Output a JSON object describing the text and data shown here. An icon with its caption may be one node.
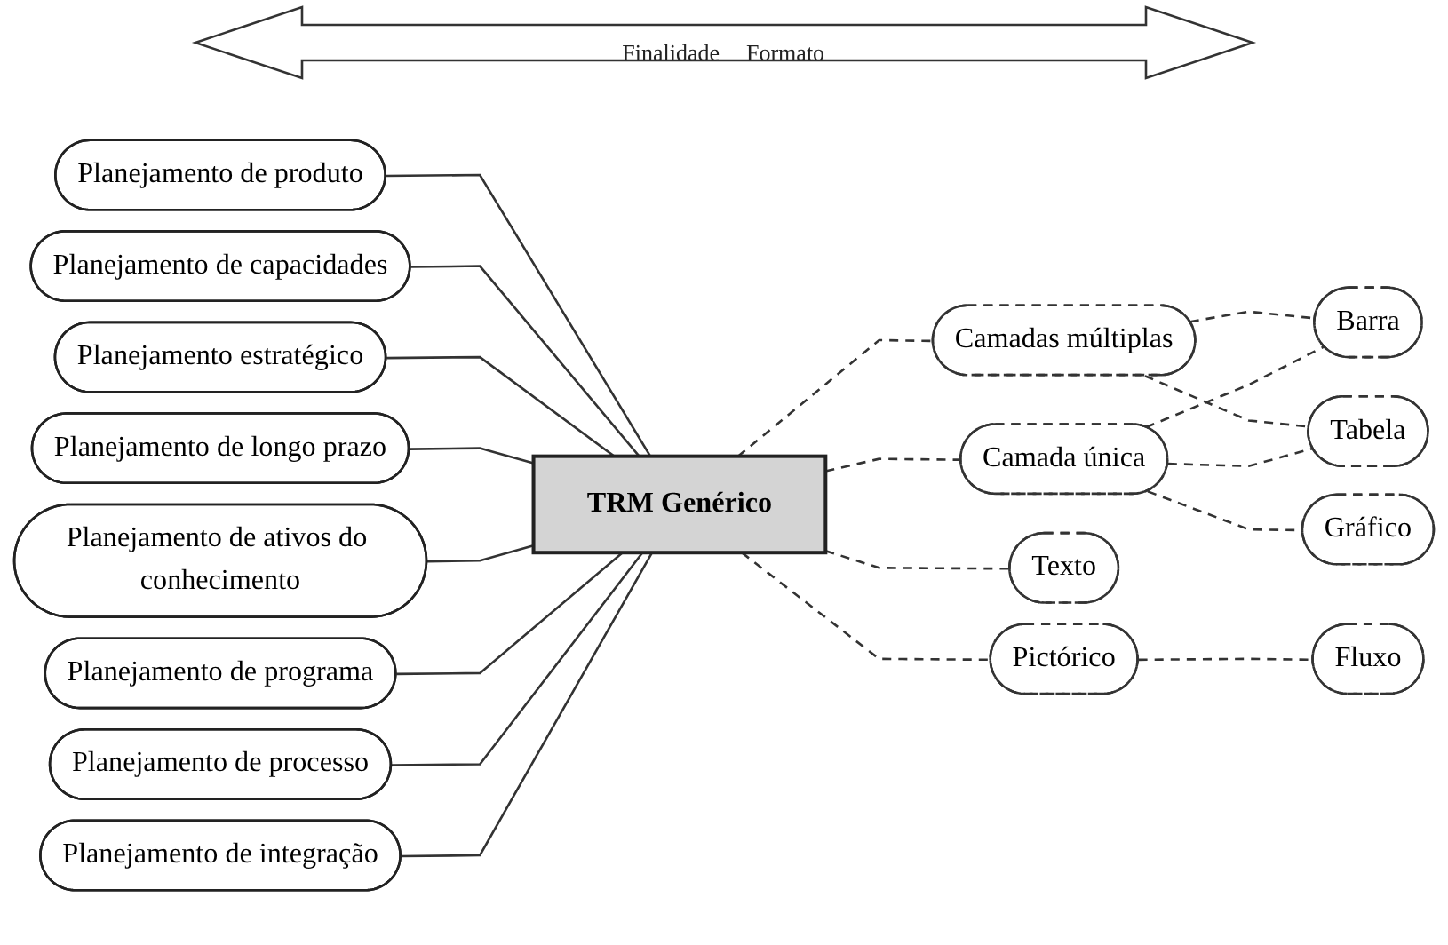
{
  "diagram": {
    "nodes": [
      {
        "text": [
          "TRM Genérico"
        ]
      },
      {
        "text": [
          "Planejamento de produto"
        ]
      },
      {
        "text": [
          "Planejamento de capacidades"
        ]
      },
      {
        "text": [
          "Planejamento estratégico"
        ]
      },
      {
        "text": [
          "Planejamento de longo prazo"
        ]
      },
      {
        "text": [
          "Planejamento de ativos do conhecimento"
        ]
      },
      {
        "text": [
          "Planejamento de programa"
        ]
      },
      {
        "text": [
          "Planejamento de processo"
        ]
      },
      {
        "text": [
          "Planejamento de integração"
        ]
      },
      {
        "text": [
          "Camadas múltiplas"
        ]
      },
      {
        "text": [
          "Barra"
        ]
      },
      {
        "text": [
          "Tabela"
        ]
      },
      {
        "text": [
          "Camada única"
        ]
      },
      {
        "text": [
          "Texto"
        ]
      },
      {
        "text": [
          "Gráfico"
        ]
      },
      {
        "text": [
          "Pictórico"
        ]
      },
      {
        "text": [
          "Fluxo"
        ]
      }
    ],
    "edges": [
      {
        "from": 1,
        "to": 0,
        "arrow": "none"
      },
      {
        "from": 2,
        "to": 0,
        "arrow": "none"
      },
      {
        "from": 3,
        "to": 0,
        "arrow": "none"
      },
      {
        "from": 4,
        "to": 0,
        "arrow": "none"
      },
      {
        "from": 5,
        "to": 0,
        "arrow": "none"
      },
      {
        "from": 6,
        "to": 0,
        "arrow": "none"
      },
      {
        "from": 7,
        "to": 0,
        "arrow": "none"
      },
      {
        "from": 8,
        "to": 0,
        "arrow": "none"
      },
      {
        "from": 0,
        "to": 9,
        "arrow": "none",
        "style": "dashed"
      },
      {
        "from": 0,
        "to": 12,
        "arrow": "none",
        "style": "dashed"
      },
      {
        "from": 0,
        "to": 13,
        "arrow": "none",
        "style": "dashed"
      },
      {
        "from": 0,
        "to": 15,
        "arrow": "none",
        "style": "dashed"
      },
      {
        "from": 9,
        "to": 10,
        "arrow": "none",
        "style": "dashed"
      },
      {
        "from": 9,
        "to": 11,
        "arrow": "none",
        "style": "dashed"
      },
      {
        "from": 12,
        "to": 10,
        "arrow": "none",
        "style": "dashed"
      },
      {
        "from": 12,
        "to": 11,
        "arrow": "none",
        "style": "dashed"
      },
      {
        "from": 12,
        "to": 14,
        "arrow": "none",
        "style": "dashed"
      },
      {
        "from": 15,
        "to": 16,
        "arrow": "none",
        "style": "dashed"
      }
    ],
    "labels": [
      "Finalidade",
      "Formato"
    ]
  }
}
